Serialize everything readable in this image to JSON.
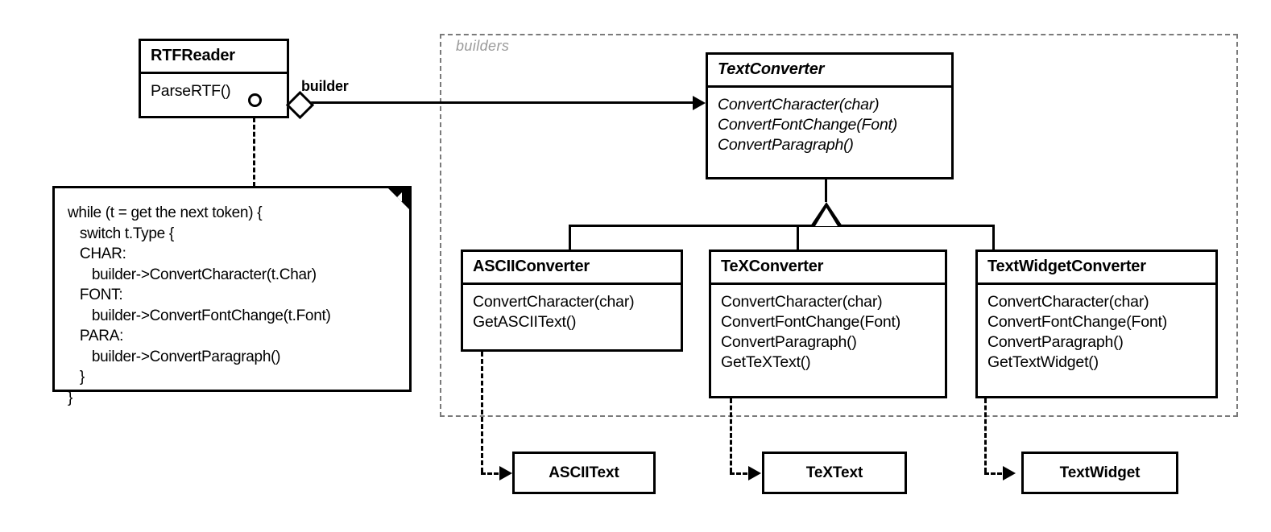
{
  "diagram": {
    "title": "Builder pattern structure (RTFReader / TextConverter)",
    "package": {
      "label": "builders"
    },
    "edge_labels": {
      "builder": "builder"
    },
    "colors": {
      "line": "#000000",
      "box_fill": "#ffffff",
      "package_border": "#7a7a7a",
      "package_label": "#9a9a9a"
    }
  },
  "classes": {
    "rtfreader": {
      "name": "RTFReader",
      "abstract": false,
      "operations": [
        "ParseRTF()"
      ]
    },
    "textconverter": {
      "name": "TextConverter",
      "abstract": true,
      "operations": [
        "ConvertCharacter(char)",
        "ConvertFontChange(Font)",
        "ConvertParagraph()"
      ]
    },
    "asciiconverter": {
      "name": "ASCIIConverter",
      "abstract": false,
      "operations": [
        "ConvertCharacter(char)",
        "GetASCIIText()"
      ]
    },
    "texconverter": {
      "name": "TeXConverter",
      "abstract": false,
      "operations": [
        "ConvertCharacter(char)",
        "ConvertFontChange(Font)",
        "ConvertParagraph()",
        "GetTeXText()"
      ]
    },
    "textwidgetconverter": {
      "name": "TextWidgetConverter",
      "abstract": false,
      "operations": [
        "ConvertCharacter(char)",
        "ConvertFontChange(Font)",
        "ConvertParagraph()",
        "GetTextWidget()"
      ]
    }
  },
  "products": {
    "asciitext": {
      "name": "ASCIIText"
    },
    "textext": {
      "name": "TeXText"
    },
    "textwidget": {
      "name": "TextWidget"
    }
  },
  "note": {
    "code": "while (t = get the next token) {\n   switch t.Type {\n   CHAR:\n      builder->ConvertCharacter(t.Char)\n   FONT:\n      builder->ConvertFontChange(t.Font)\n   PARA:\n      builder->ConvertParagraph()\n   }\n}"
  }
}
